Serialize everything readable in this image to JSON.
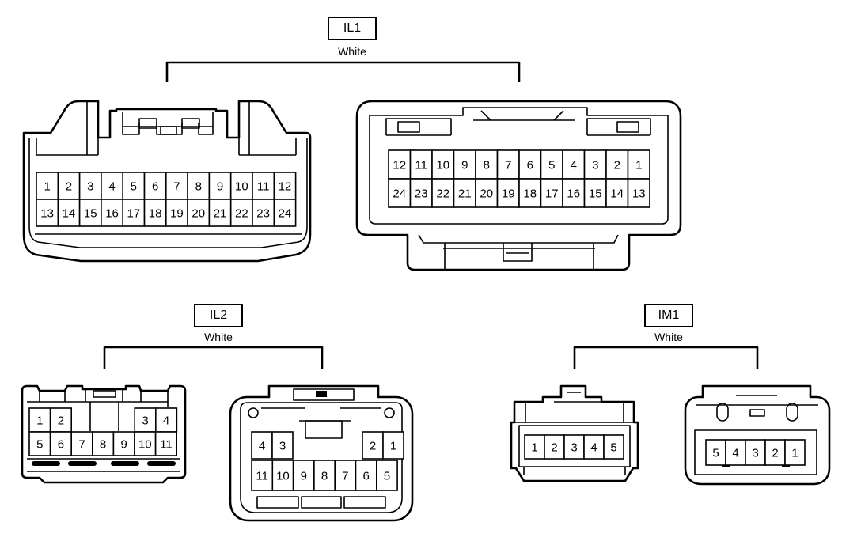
{
  "groups": {
    "il1": {
      "code": "IL1",
      "color": "White"
    },
    "il2": {
      "code": "IL2",
      "color": "White"
    },
    "im1": {
      "code": "IM1",
      "color": "White"
    }
  },
  "connectors": {
    "il1_left": {
      "top": [
        "1",
        "2",
        "3",
        "4",
        "5",
        "6",
        "7",
        "8",
        "9",
        "10",
        "11",
        "12"
      ],
      "bottom": [
        "13",
        "14",
        "15",
        "16",
        "17",
        "18",
        "19",
        "20",
        "21",
        "22",
        "23",
        "24"
      ]
    },
    "il1_right": {
      "top": [
        "12",
        "11",
        "10",
        "9",
        "8",
        "7",
        "6",
        "5",
        "4",
        "3",
        "2",
        "1"
      ],
      "bottom": [
        "24",
        "23",
        "22",
        "21",
        "20",
        "19",
        "18",
        "17",
        "16",
        "15",
        "14",
        "13"
      ]
    },
    "il2_left": {
      "top": [
        "1",
        "2",
        "3",
        "4"
      ],
      "bottom": [
        "5",
        "6",
        "7",
        "8",
        "9",
        "10",
        "11"
      ]
    },
    "il2_right": {
      "top": [
        "4",
        "3",
        "2",
        "1"
      ],
      "bottom": [
        "11",
        "10",
        "9",
        "8",
        "7",
        "6",
        "5"
      ]
    },
    "im1_left": {
      "row": [
        "1",
        "2",
        "3",
        "4",
        "5"
      ]
    },
    "im1_right": {
      "row": [
        "5",
        "4",
        "3",
        "2",
        "1"
      ]
    }
  }
}
